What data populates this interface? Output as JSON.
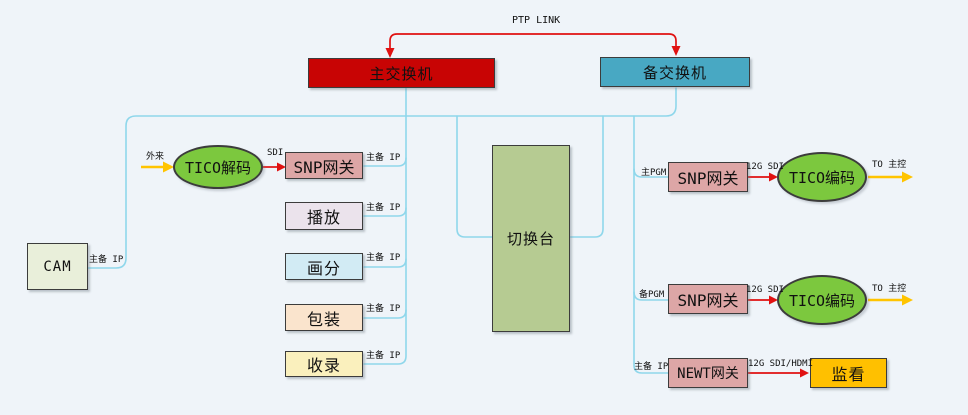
{
  "diagram_type": "broadcast-video-ip-network-topology",
  "colors": {
    "background": "#eff4f9",
    "connector": "#8fd7eb",
    "red_link": "#e01111",
    "yellow_link": "#ffc400",
    "main_switch": "#c80404",
    "backup_switch": "#48a8c3",
    "green_node": "#7cc83e",
    "cam": "#e9efda",
    "gateway_pink": "#dda6a6",
    "playback": "#ebe3ec",
    "split": "#d2ebf4",
    "package": "#fae4cd",
    "record": "#faf0bd",
    "switcher": "#b6cb92",
    "monitor": "#ffc000"
  },
  "nodes": {
    "main_switch": {
      "label": "主交换机"
    },
    "backup_switch": {
      "label": "备交换机"
    },
    "cam": {
      "label": "CAM"
    },
    "tico_decode": {
      "label": "TICO解码"
    },
    "snp_gateway_left": {
      "label": "SNP网关"
    },
    "playback": {
      "label": "播放"
    },
    "picture_split": {
      "label": "画分"
    },
    "packaging": {
      "label": "包装"
    },
    "recording": {
      "label": "收录"
    },
    "switcher": {
      "label": "切换台"
    },
    "snp_gateway_main_pgm": {
      "label": "SNP网关"
    },
    "tico_encode_main": {
      "label": "TICO编码"
    },
    "snp_gateway_backup_pgm": {
      "label": "SNP网关"
    },
    "tico_encode_backup": {
      "label": "TICO编码"
    },
    "newt_gateway": {
      "label": "NEWT网关"
    },
    "monitor": {
      "label": "监看"
    }
  },
  "labels": {
    "ptp_link": "PTP LINK",
    "external": "外来",
    "sdi": "SDI",
    "main_backup_ip": "主备 IP",
    "main_pgm": "主PGM",
    "backup_pgm": "备PGM",
    "sdi_12g": "12G SDI",
    "sdi_12g_hdmi": "12G SDI/HDMI",
    "to_master": "TO 主控"
  },
  "edges": [
    {
      "from": "main_switch",
      "to": "backup_switch",
      "label": "PTP LINK",
      "style": "red-double-arrow"
    },
    {
      "from": "external",
      "to": "tico_decode",
      "label": "外来",
      "style": "yellow-arrow"
    },
    {
      "from": "tico_decode",
      "to": "snp_gateway_left",
      "label": "SDI",
      "style": "red-arrow"
    },
    {
      "from": "cam",
      "to": "main_switch",
      "label": "主备 IP",
      "style": "cyan"
    },
    {
      "from": "main_switch",
      "to": "snp_gateway_left",
      "label": "主备 IP",
      "style": "cyan"
    },
    {
      "from": "main_switch",
      "to": "playback",
      "label": "主备 IP",
      "style": "cyan"
    },
    {
      "from": "main_switch",
      "to": "picture_split",
      "label": "主备 IP",
      "style": "cyan"
    },
    {
      "from": "main_switch",
      "to": "packaging",
      "label": "主备 IP",
      "style": "cyan"
    },
    {
      "from": "main_switch",
      "to": "recording",
      "label": "主备 IP",
      "style": "cyan"
    },
    {
      "from": "main_switch",
      "to": "switcher",
      "label": "",
      "style": "cyan"
    },
    {
      "from": "backup_switch",
      "to": "switcher",
      "label": "",
      "style": "cyan"
    },
    {
      "from": "backup_switch",
      "to": "snp_gateway_main_pgm",
      "label": "主PGM",
      "style": "cyan"
    },
    {
      "from": "backup_switch",
      "to": "snp_gateway_backup_pgm",
      "label": "备PGM",
      "style": "cyan"
    },
    {
      "from": "backup_switch",
      "to": "newt_gateway",
      "label": "主备 IP",
      "style": "cyan"
    },
    {
      "from": "snp_gateway_main_pgm",
      "to": "tico_encode_main",
      "label": "12G SDI",
      "style": "red-arrow"
    },
    {
      "from": "tico_encode_main",
      "to": "master_control",
      "label": "TO 主控",
      "style": "yellow-arrow"
    },
    {
      "from": "snp_gateway_backup_pgm",
      "to": "tico_encode_backup",
      "label": "12G SDI",
      "style": "red-arrow"
    },
    {
      "from": "tico_encode_backup",
      "to": "master_control",
      "label": "TO 主控",
      "style": "yellow-arrow"
    },
    {
      "from": "newt_gateway",
      "to": "monitor",
      "label": "12G SDI/HDMI",
      "style": "red-arrow"
    }
  ]
}
